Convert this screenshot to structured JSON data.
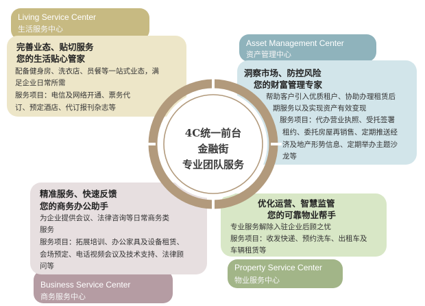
{
  "living": {
    "en": "Living Service Center",
    "zh": "生活服务中心",
    "heading1": "完善业态、贴切服务",
    "heading2": "您的生活贴心管家",
    "desc1": "配备健身房、洗衣店、员餐等一站式业态，满",
    "desc2": "足企业日常所需",
    "svc1": "服务项目：电信及网络开通、票务代",
    "svc2": "订、预定酒店、代订报刊杂志等"
  },
  "asset": {
    "en": "Asset Management Center",
    "zh": "资产管理中心",
    "heading1": "洞察市场、防控风险",
    "heading2": "您的财富管理专家",
    "desc1": "帮助客户引入优质租户、协助办理租赁后",
    "desc2": "期服务以及实现资产有效变现",
    "svc1": "服务项目：代办营业执照、受托签署",
    "svc2": "租约、委托房屋再销售、定期推送经",
    "svc3": "济及地产形势信息、定期举办主题沙",
    "svc4": "龙等"
  },
  "business": {
    "en": "Business Service Center",
    "zh": "商务服务中心",
    "heading1": "精准服务、快速反馈",
    "heading2": "您的商务办公助手",
    "desc1": "为企业提供会议、法律咨询等日常商务类",
    "desc2": "服务",
    "svc1": "服务项目：拓展培训、办公家具及设备租赁、",
    "svc2": "会场预定、电话视频会议及技术支持、法律顾",
    "svc3": "问等"
  },
  "property": {
    "en": "Property Service Center",
    "zh": "物业服务中心",
    "heading1": "优化运营、智慧监管",
    "heading2": "您的可靠物业帮手",
    "desc1": "专业服务解除入驻企业后顾之忧",
    "svc1": "服务项目：收发快递、预约洗车、出租车及",
    "svc2": "车辆租赁等"
  },
  "center": {
    "line1": "4C统一前台",
    "line2": "金融街",
    "line3": "专业团队服务"
  },
  "colors": {
    "living": "#c7ba82",
    "asset": "#8fb3bc",
    "business": "#b59ca3",
    "property": "#a2b588",
    "ring": "#b29a7c"
  }
}
